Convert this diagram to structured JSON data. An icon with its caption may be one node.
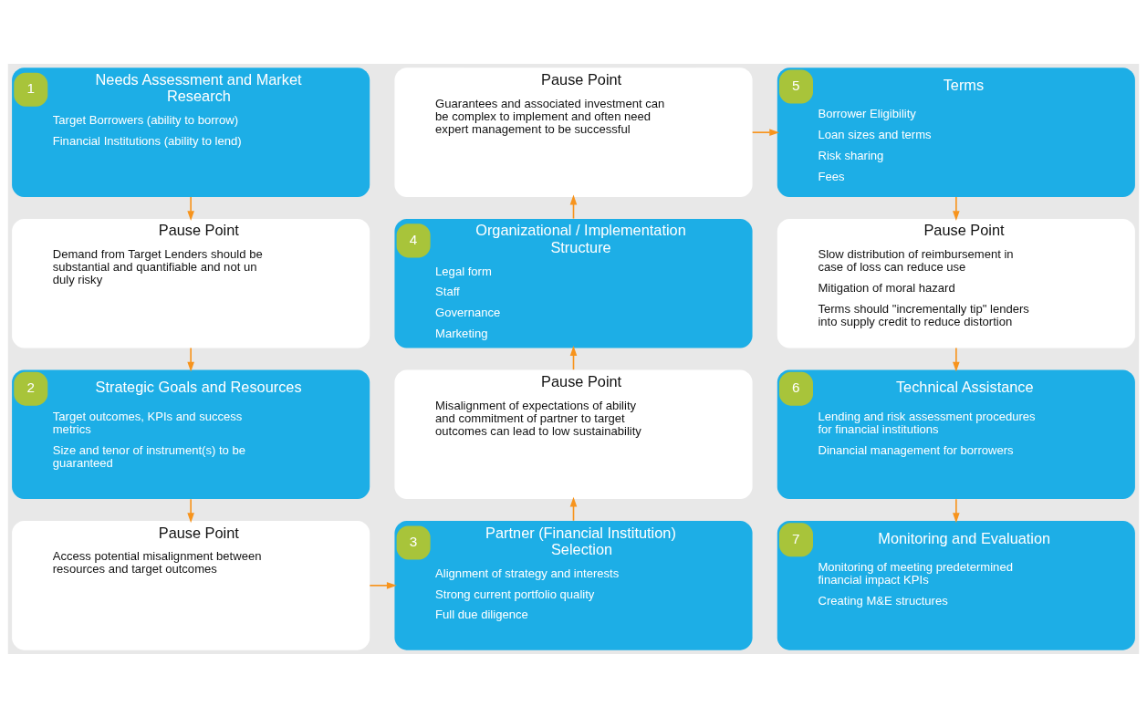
{
  "diagram": {
    "nodes": [
      {
        "text": [
          "1",
          "Needs Assessment and Market Research",
          "Target Borrowers (ability to borrow)",
          "Financial Institutions (ability to lend)"
        ]
      },
      {
        "text": [
          "Pause Point",
          "Demand from Target Lenders should be substantial and quantifiable and not un duly risky"
        ]
      },
      {
        "text": [
          "2",
          "Strategic Goals and Resources",
          "Target outcomes, KPIs and success metrics",
          "Size and tenor of instrument(s) to be guaranteed"
        ]
      },
      {
        "text": [
          "Pause Point",
          "Access potential misalignment between resources and target outcomes"
        ]
      },
      {
        "text": [
          "3",
          "Partner (Financial Institution) Selection",
          "Alignment of strategy and interests",
          "Strong current portfolio quality",
          "Full due diligence"
        ]
      },
      {
        "text": [
          "Pause Point",
          "Misalignment of expectations of ability and commitment of partner to target outcomes can lead to low sustainability"
        ]
      },
      {
        "text": [
          "4",
          "Organizational / Implementation Structure",
          "Legal form",
          "Staff",
          "Governance",
          "Marketing"
        ]
      },
      {
        "text": [
          "Pause Point",
          "Guarantees and associated investment can be complex to implement and often need expert management to be successful"
        ]
      },
      {
        "text": [
          "5",
          "Terms",
          "Borrower Eligibility",
          "Loan sizes and terms",
          "Risk sharing",
          "Fees"
        ]
      },
      {
        "text": [
          "Pause Point",
          "Slow distribution of reimbursement in case of loss can reduce use",
          "Mitigation of moral hazard",
          "Terms should \"incrementally tip\" lenders into supply credit to reduce distortion"
        ]
      },
      {
        "text": [
          "6",
          "Technical Assistance",
          "Lending and risk assessment procedures for financial institutions",
          "Dinancial management for borrowers"
        ]
      },
      {
        "text": [
          "7",
          "Monitoring and Evaluation",
          "Monitoring of meeting predetermined financial impact KPIs",
          "Creating M&E structures"
        ]
      }
    ],
    "edges": [
      {
        "from": 0,
        "to": 1,
        "arrow": "to"
      },
      {
        "from": 1,
        "to": 2,
        "arrow": "to"
      },
      {
        "from": 2,
        "to": 3,
        "arrow": "to"
      },
      {
        "from": 3,
        "to": 4,
        "arrow": "to"
      },
      {
        "from": 4,
        "to": 5,
        "arrow": "to"
      },
      {
        "from": 5,
        "to": 6,
        "arrow": "to"
      },
      {
        "from": 6,
        "to": 7,
        "arrow": "to"
      },
      {
        "from": 7,
        "to": 8,
        "arrow": "to"
      },
      {
        "from": 8,
        "to": 9,
        "arrow": "to"
      },
      {
        "from": 9,
        "to": 10,
        "arrow": "to"
      },
      {
        "from": 10,
        "to": 11,
        "arrow": "to"
      }
    ]
  }
}
